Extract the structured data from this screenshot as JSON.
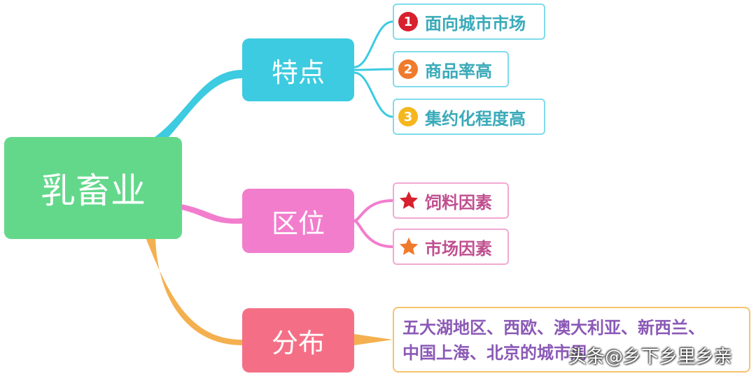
{
  "root": {
    "label": "乳畜业"
  },
  "branches": [
    {
      "label": "特点",
      "color": "#3ccbe0",
      "items": [
        {
          "badge": "1",
          "badge_color": "#d7212e",
          "text": "面向城市市场"
        },
        {
          "badge": "2",
          "badge_color": "#f07a2c",
          "text": "商品率高"
        },
        {
          "badge": "3",
          "badge_color": "#f5b71d",
          "text": "集约化程度高"
        }
      ]
    },
    {
      "label": "区位",
      "color": "#f27dcd",
      "items": [
        {
          "icon": "star-icon",
          "icon_color": "#d7212e",
          "text": "饲料因素"
        },
        {
          "icon": "star-icon",
          "icon_color": "#f07a2c",
          "text": "市场因素"
        }
      ]
    },
    {
      "label": "分布",
      "color": "#f46f86",
      "lines": [
        "五大湖地区、西欧、澳大利亚、新西兰、",
        "中国上海、北京的城市周"
      ]
    }
  ],
  "watermark": "头条@乡下乡里乡亲",
  "colors": {
    "root": "#63d88b",
    "connector_orange": "#f4b04f",
    "leaf_text_purple": "#8b59b6"
  }
}
